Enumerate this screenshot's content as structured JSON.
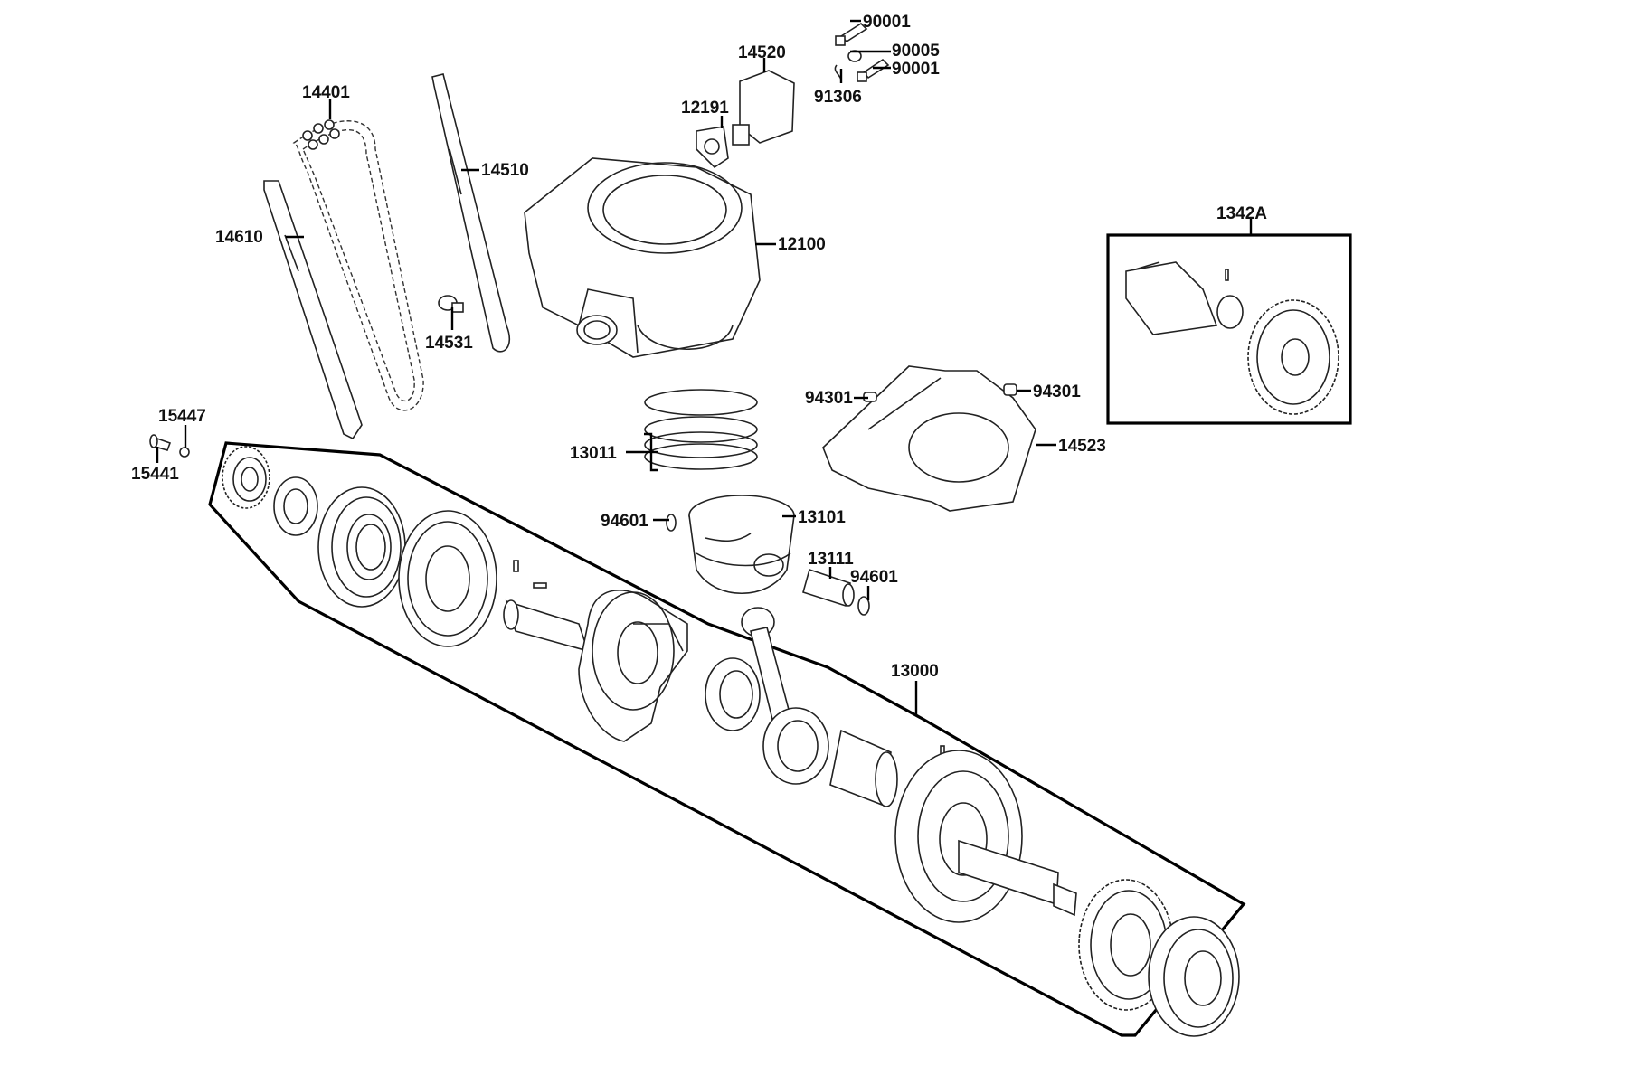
{
  "diagram": {
    "part_labels": {
      "p90001_top": "90001",
      "p14520": "14520",
      "p90005": "90005",
      "p90001_bottom": "90001",
      "p91306": "91306",
      "p12191": "12191",
      "p14401": "14401",
      "p14510": "14510",
      "p14610": "14610",
      "p12100": "12100",
      "p14531": "14531",
      "p1342A": "1342A",
      "p94301_left": "94301",
      "p94301_right": "94301",
      "p15447": "15447",
      "p15441": "15441",
      "p13011": "13011",
      "p14523": "14523",
      "p94601_left": "94601",
      "p13101": "13101",
      "p13111": "13111",
      "p94601_right": "94601",
      "p13000": "13000"
    }
  }
}
